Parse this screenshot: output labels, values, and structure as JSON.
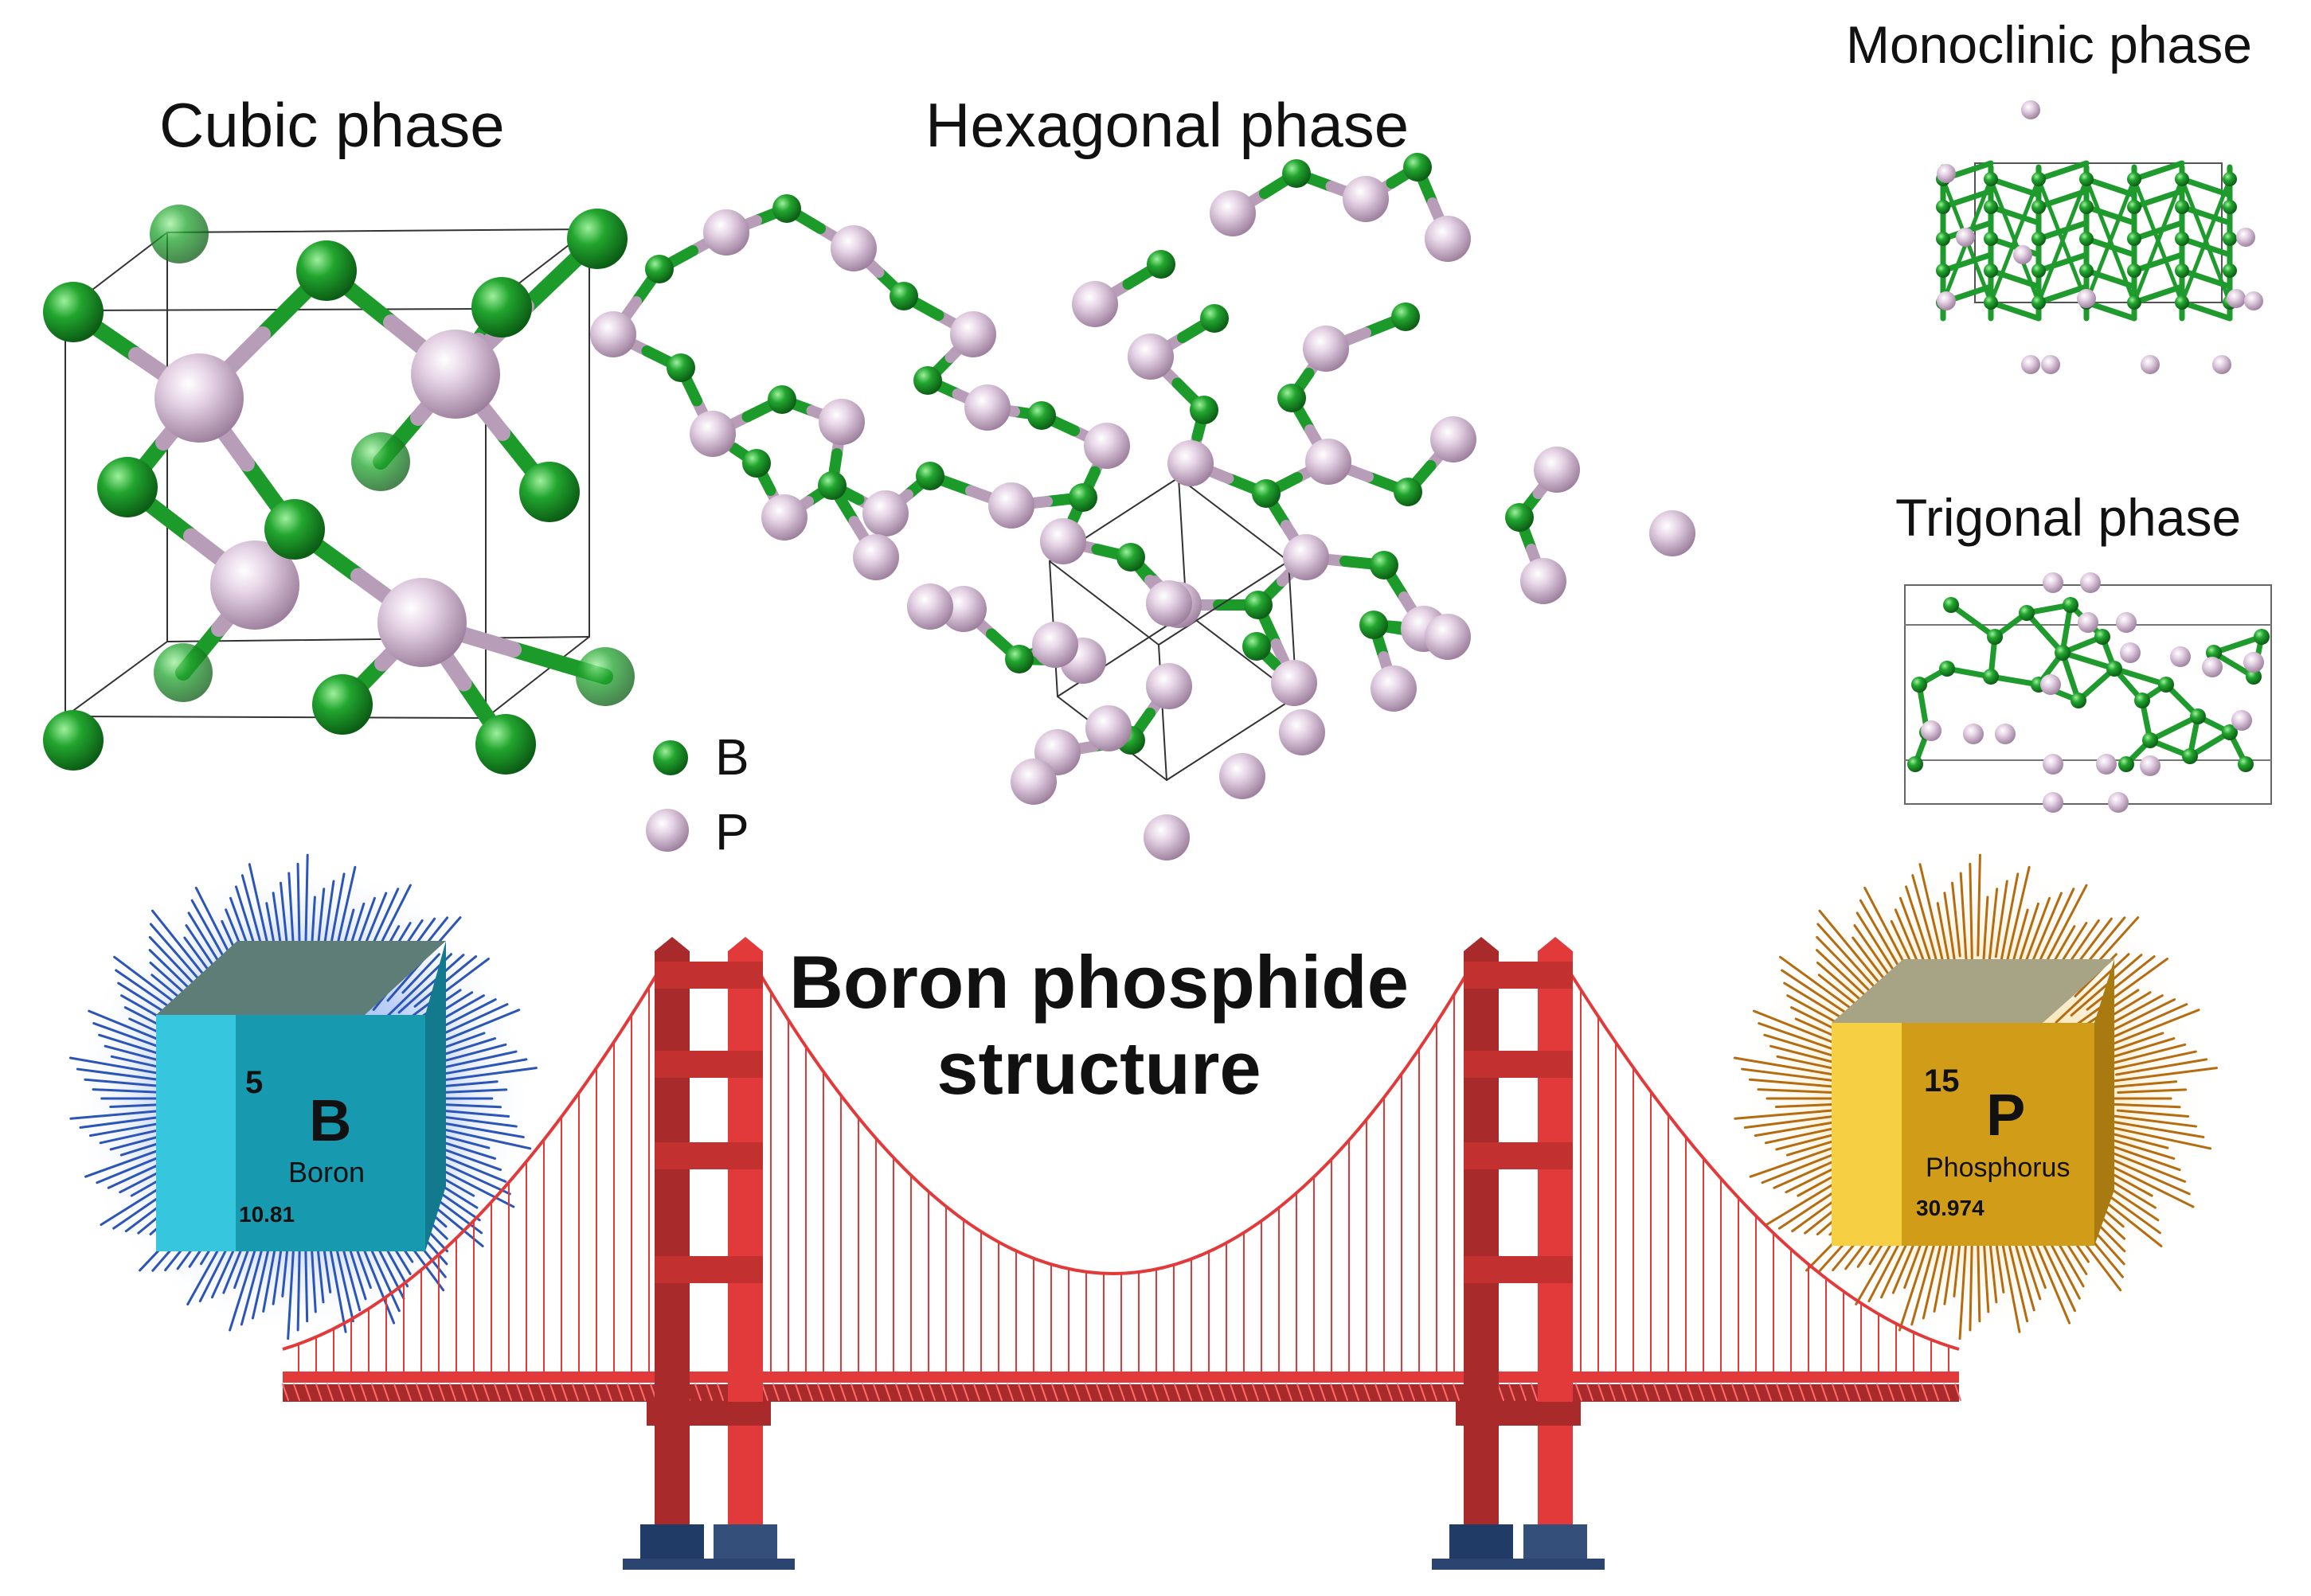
{
  "phases": {
    "cubic": {
      "title": "Cubic phase"
    },
    "hexagonal": {
      "title": "Hexagonal phase"
    },
    "monoclinic": {
      "title": "Monoclinic phase"
    },
    "trigonal": {
      "title": "Trigonal phase"
    }
  },
  "legend": {
    "boron_symbol": "B",
    "phosphorus_symbol": "P"
  },
  "main_title": {
    "line1": "Boron phosphide",
    "line2": "structure"
  },
  "elements": {
    "boron": {
      "number": "5",
      "symbol": "B",
      "name": "Boron",
      "mass": "10.81"
    },
    "phosphorus": {
      "number": "15",
      "symbol": "P",
      "name": "Phosphorus",
      "mass": "30.974"
    }
  },
  "colors": {
    "boron_atom": "#1f9a2c",
    "phosphorus_atom": "#c9aec9",
    "bridge_red": "#e23a3a",
    "boron_cube": "#2ec4da",
    "phosphorus_cube": "#e2a91e",
    "boron_glow": "#2b5fd0",
    "phosphorus_glow": "#c8821c"
  }
}
